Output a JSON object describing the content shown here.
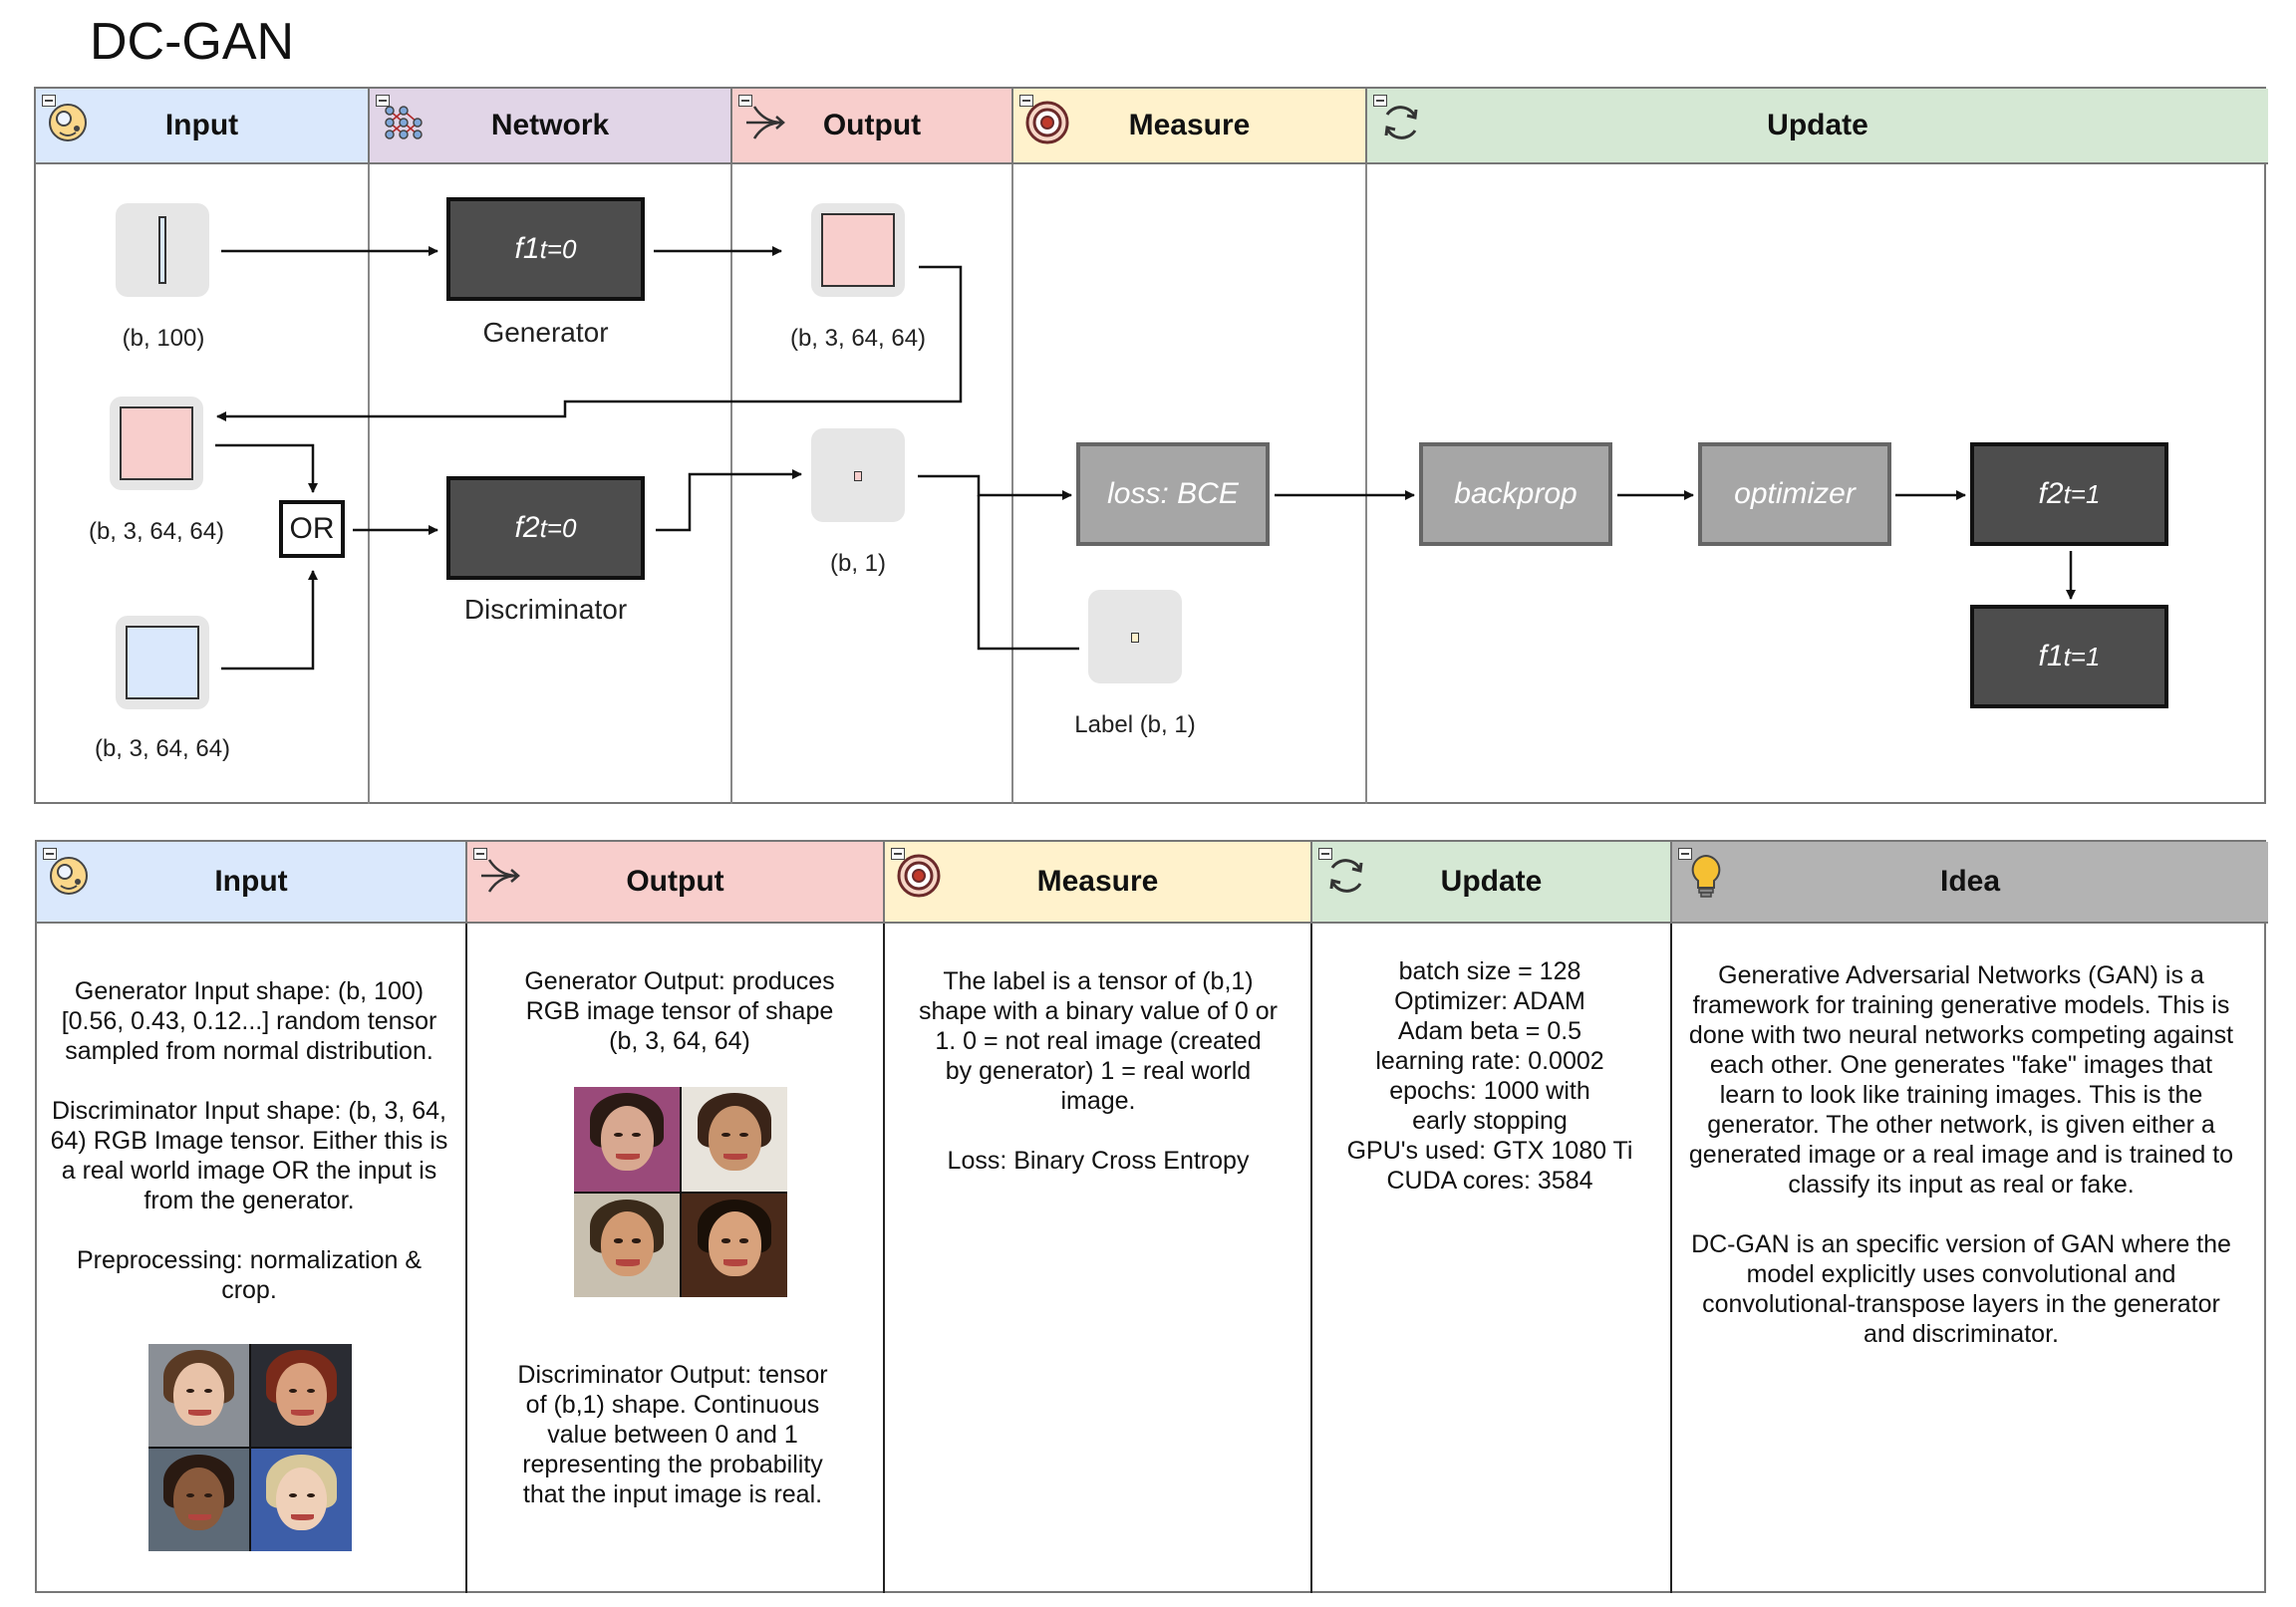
{
  "title": "DC-GAN",
  "top_headers": {
    "input": "Input",
    "network": "Network",
    "output": "Output",
    "measure": "Measure",
    "update": "Update"
  },
  "diagram": {
    "noise_shape": "(b, 100)",
    "generator_box_base": "f1",
    "generator_box_sub": "t=0",
    "generator_label": "Generator",
    "gen_output_shape": "(b, 3, 64, 64)",
    "fake_shape": "(b, 3, 64, 64)",
    "real_shape": "(b, 3, 64, 64)",
    "or_label": "OR",
    "discriminator_box_base": "f2",
    "discriminator_box_sub": "t=0",
    "discriminator_label": "Discriminator",
    "disc_output_shape": "(b, 1)",
    "label_shape": "Label (b, 1)",
    "loss_box": "loss: BCE",
    "backprop_box": "backprop",
    "optimizer_box": "optimizer",
    "f2_next_base": "f2",
    "f2_next_sub": "t=1",
    "f1_next_base": "f1",
    "f1_next_sub": "t=1"
  },
  "bottom_headers": {
    "input": "Input",
    "output": "Output",
    "measure": "Measure",
    "update": "Update",
    "idea": "Idea"
  },
  "bottom_text": {
    "input": [
      "Generator Input shape: (b, 100) [0.56, 0.43, 0.12...] random tensor sampled from normal distribution.",
      "Discriminator Input shape: (b, 3, 64, 64) RGB Image tensor. Either this is a real world image OR the input is from the generator.",
      "Preprocessing: normalization & crop."
    ],
    "output_top": "Generator Output: produces RGB image tensor of shape (b, 3, 64, 64)",
    "output_bottom": "Discriminator Output: tensor of (b,1) shape. Continuous value between 0 and 1 representing the probability that the input image is real.",
    "measure": [
      "The label is a tensor of (b,1) shape with a binary value of 0 or 1. 0 = not real image (created by generator) 1 = real world image.",
      "Loss: Binary Cross Entropy"
    ],
    "update": [
      "batch size = 128",
      "Optimizer: ADAM",
      "Adam beta = 0.5",
      "learning rate: 0.0002",
      "epochs: 1000 with",
      "early stopping",
      "GPU's used: GTX 1080 Ti",
      "CUDA cores: 3584"
    ],
    "idea": [
      "Generative Adversarial Networks (GAN) is a framework for training generative models. This is done with two neural networks competing against each other. One generates \"fake\" images that learn to look like training images. This is the generator. The other network, is given either a generated image or a real image and is trained to classify its input as real or fake.",
      "DC-GAN is an specific version of GAN where the model explicitly uses convolutional and convolutional-transpose layers in the generator and discriminator."
    ]
  },
  "colors": {
    "input": "#dae8fc",
    "network": "#e1d5e7",
    "output": "#f8cecc",
    "measure": "#fff2cc",
    "update": "#d5e8d4",
    "idea": "#b3b3b3",
    "dark_box": "#4d4d4d",
    "light_box": "#a6a6a6"
  },
  "icons": {
    "input": "face-magnifier-icon",
    "network": "network-graph-icon",
    "output": "arrow-split-icon",
    "measure": "target-icon",
    "update": "refresh-icon",
    "idea": "lightbulb-icon"
  }
}
